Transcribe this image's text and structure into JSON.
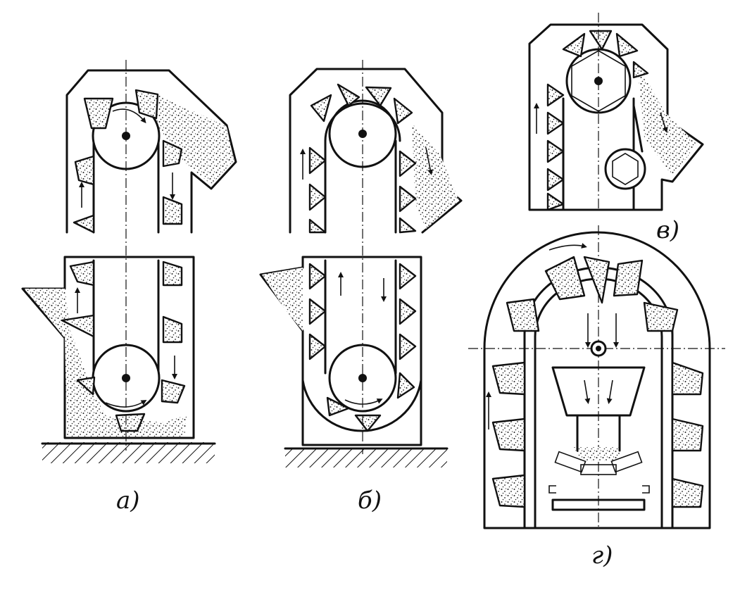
{
  "figure": {
    "panels": [
      {
        "id": "a",
        "label": "а)"
      },
      {
        "id": "b",
        "label": "б)"
      },
      {
        "id": "v",
        "label": "в)"
      },
      {
        "id": "g",
        "label": "г)"
      }
    ]
  }
}
